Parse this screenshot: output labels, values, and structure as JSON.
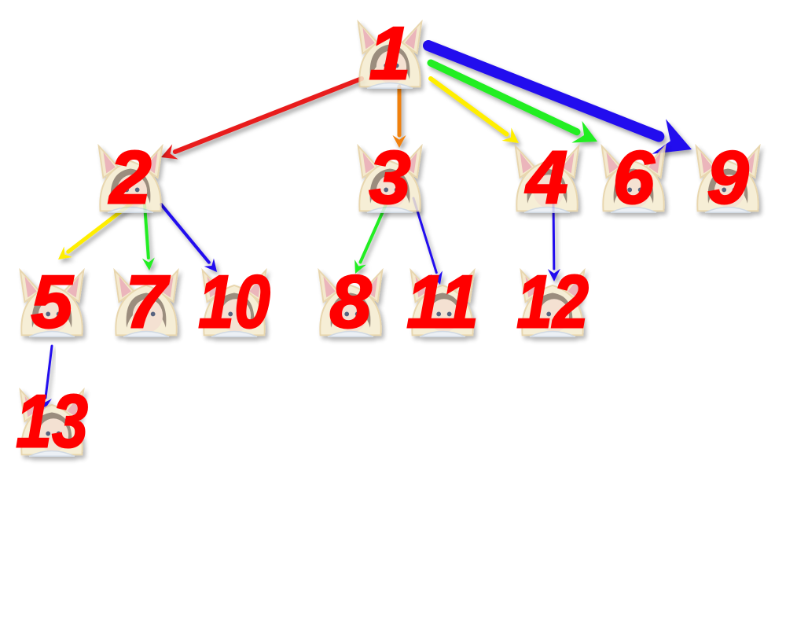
{
  "nodes": [
    {
      "id": 1,
      "label": "1"
    },
    {
      "id": 2,
      "label": "2"
    },
    {
      "id": 3,
      "label": "3"
    },
    {
      "id": 4,
      "label": "4"
    },
    {
      "id": 5,
      "label": "5"
    },
    {
      "id": 6,
      "label": "6"
    },
    {
      "id": 7,
      "label": "7"
    },
    {
      "id": 8,
      "label": "8"
    },
    {
      "id": 9,
      "label": "9"
    },
    {
      "id": 10,
      "label": "10"
    },
    {
      "id": 11,
      "label": "11"
    },
    {
      "id": 12,
      "label": "12"
    },
    {
      "id": 13,
      "label": "13"
    }
  ],
  "edges": [
    {
      "from": 1,
      "to": 2,
      "color": "#e81c1c"
    },
    {
      "from": 1,
      "to": 3,
      "color": "#f08010"
    },
    {
      "from": 1,
      "to": 4,
      "color": "#ffee00"
    },
    {
      "from": 1,
      "to": 6,
      "color": "#22ee22"
    },
    {
      "from": 1,
      "to": 9,
      "color": "#2210ee"
    },
    {
      "from": 2,
      "to": 5,
      "color": "#ffee00"
    },
    {
      "from": 2,
      "to": 7,
      "color": "#22ee22"
    },
    {
      "from": 2,
      "to": 10,
      "color": "#2210ee"
    },
    {
      "from": 3,
      "to": 8,
      "color": "#22ee22"
    },
    {
      "from": 3,
      "to": 11,
      "color": "#2210ee"
    },
    {
      "from": 4,
      "to": 12,
      "color": "#2210ee"
    },
    {
      "from": 5,
      "to": 13,
      "color": "#2210ee"
    }
  ]
}
